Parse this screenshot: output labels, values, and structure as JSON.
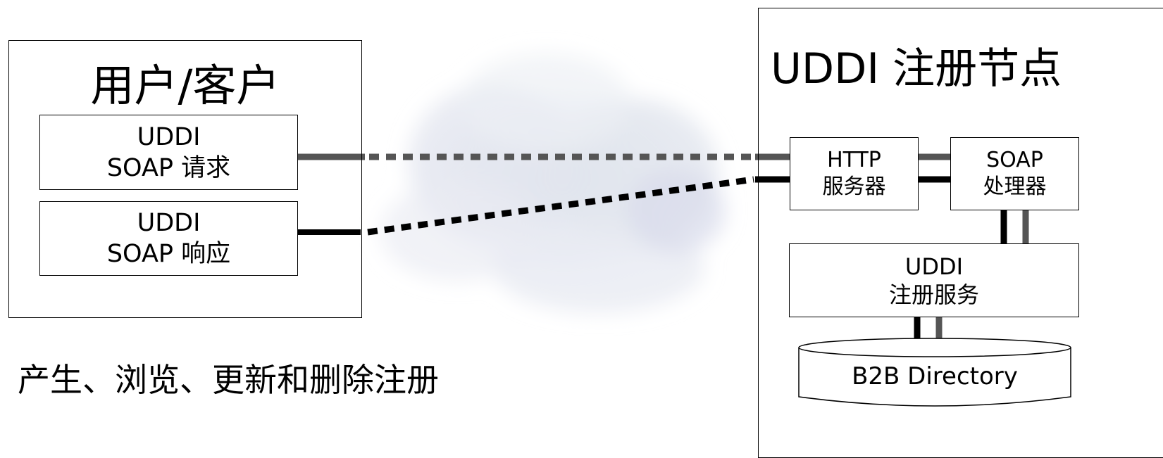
{
  "client": {
    "title": "用户/客户",
    "request_line1": "UDDI",
    "request_line2": "SOAP 请求",
    "response_line1": "UDDI",
    "response_line2": "SOAP 响应"
  },
  "registry": {
    "title": "UDDI 注册节点",
    "http_line1": "HTTP",
    "http_line2": "服务器",
    "soap_line1": "SOAP",
    "soap_line2": "处理器",
    "service_line1": "UDDI",
    "service_line2": "注册服务",
    "database_label": "B2B Directory"
  },
  "footer": {
    "text": "产生、浏览、更新和删除注册"
  },
  "colors": {
    "request_line": "#555555",
    "response_line": "#000000",
    "cloud": "#dfe3ee"
  }
}
